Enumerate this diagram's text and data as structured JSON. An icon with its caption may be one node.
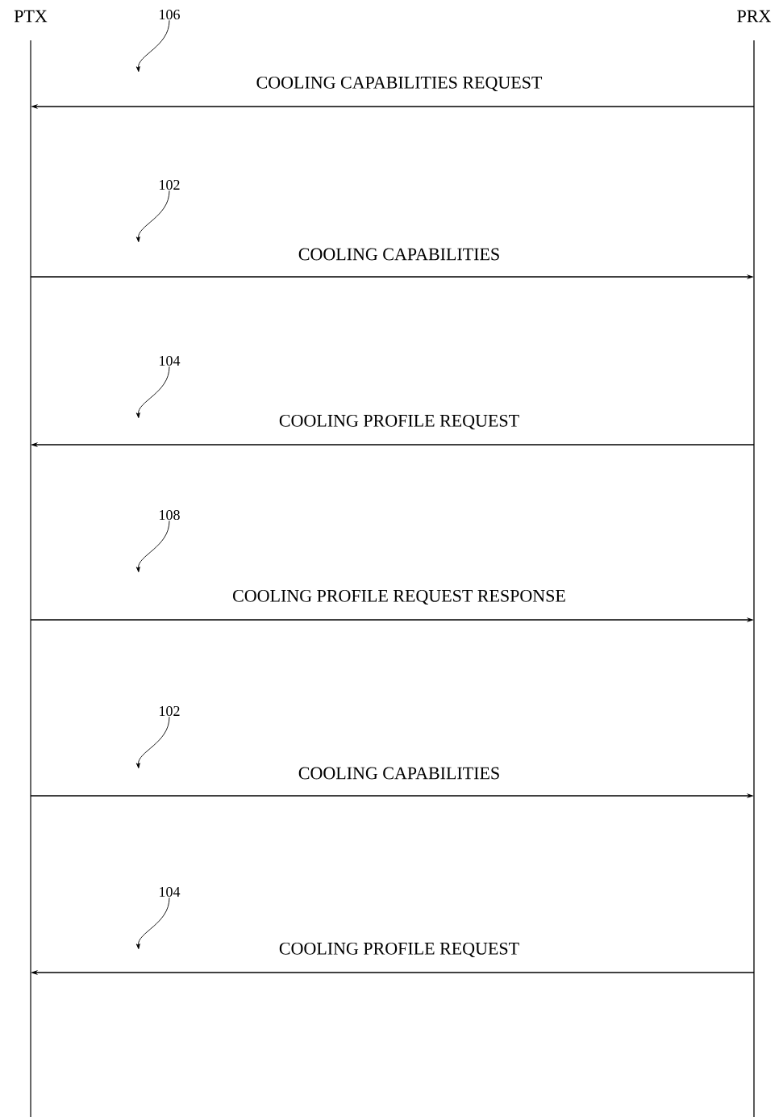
{
  "diagram": {
    "nodes": [
      {
        "text": [
          "PTX"
        ]
      },
      {
        "text": [
          "PRX"
        ]
      },
      {
        "text": [
          "106"
        ]
      },
      {
        "text": [
          "102"
        ]
      },
      {
        "text": [
          "104"
        ]
      },
      {
        "text": [
          "108"
        ]
      },
      {
        "text": [
          "102"
        ]
      },
      {
        "text": [
          "104"
        ]
      }
    ],
    "edges": [
      {
        "from": 1,
        "to": 0,
        "arrow": "to",
        "label": "COOLING CAPABILITIES REQUEST"
      },
      {
        "from": 0,
        "to": 1,
        "arrow": "to",
        "label": "COOLING CAPABILITIES"
      },
      {
        "from": 1,
        "to": 0,
        "arrow": "to",
        "label": "COOLING PROFILE REQUEST"
      },
      {
        "from": 0,
        "to": 1,
        "arrow": "to",
        "label": "COOLING PROFILE REQUEST RESPONSE"
      },
      {
        "from": 0,
        "to": 1,
        "arrow": "to",
        "label": "COOLING CAPABILITIES"
      },
      {
        "from": 1,
        "to": 0,
        "arrow": "to",
        "label": "COOLING PROFILE REQUEST"
      },
      {
        "from": 2,
        "to": null,
        "arrow": "to"
      },
      {
        "from": 3,
        "to": null,
        "arrow": "to"
      },
      {
        "from": 4,
        "to": null,
        "arrow": "to"
      },
      {
        "from": 5,
        "to": null,
        "arrow": "to"
      },
      {
        "from": 6,
        "to": null,
        "arrow": "to"
      },
      {
        "from": 7,
        "to": null,
        "arrow": "to"
      }
    ]
  }
}
